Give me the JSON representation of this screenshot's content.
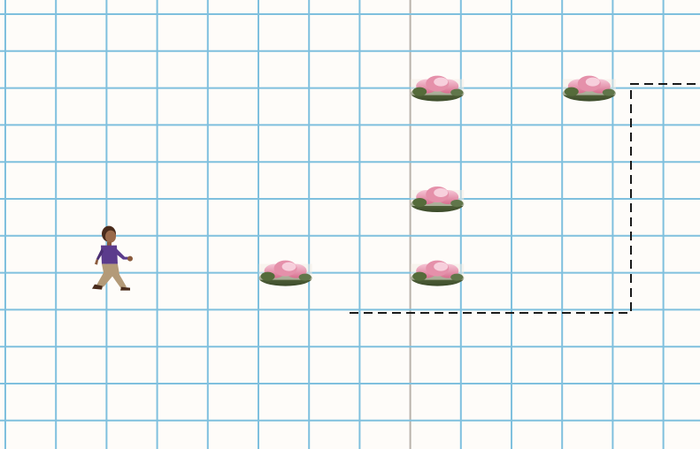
{
  "scene": {
    "colors": {
      "background": "#fefcf9",
      "grid_line": "#7fc0de",
      "grid_line_dark": "#b9b2aa",
      "path_dash": "#1a1a1a"
    },
    "grid": {
      "columns": 14,
      "rows": 12,
      "highlighted_column_index": 8
    },
    "person": {
      "icon": "walking-person-icon",
      "grid_col": 2,
      "grid_row": 6
    },
    "flowers": [
      {
        "icon": "pink-flower-icon",
        "grid_col": 5,
        "grid_row": 6
      },
      {
        "icon": "pink-flower-icon",
        "grid_col": 8,
        "grid_row": 6
      },
      {
        "icon": "pink-flower-icon",
        "grid_col": 8,
        "grid_row": 4
      },
      {
        "icon": "pink-flower-icon",
        "grid_col": 8,
        "grid_row": 1
      },
      {
        "icon": "pink-flower-icon",
        "grid_col": 11,
        "grid_row": 1
      }
    ]
  }
}
